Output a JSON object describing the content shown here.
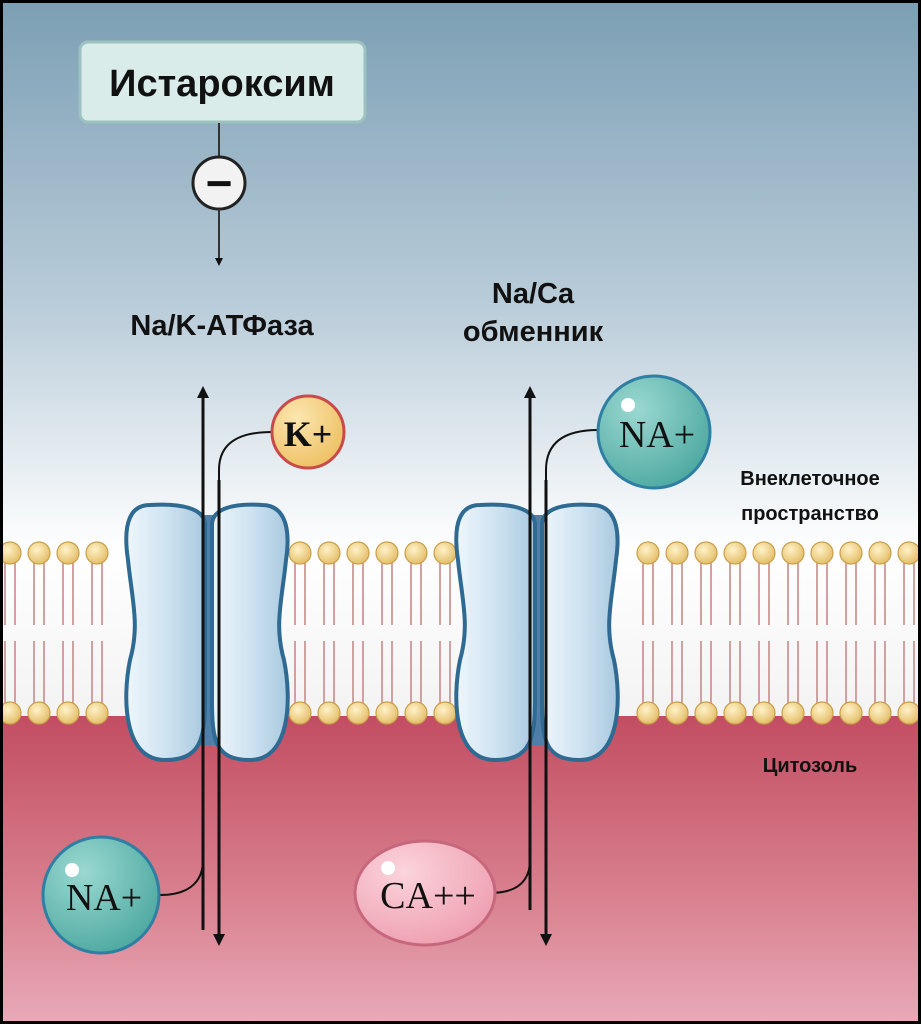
{
  "drug": {
    "label": "Истароксим"
  },
  "inhibition": {
    "symbol": "−"
  },
  "pump": {
    "label": "Na/K-АТФаза"
  },
  "exchanger": {
    "line1": "Na/Ca",
    "line2": "обменник"
  },
  "ions": {
    "k": "K+",
    "na_out": "NA+",
    "na_in": "NA+",
    "ca": "CA++"
  },
  "regions": {
    "extracellular_line1": "Внеклеточное",
    "extracellular_line2": "пространство",
    "cytosol": "Цитозоль"
  },
  "colors": {
    "sky_top": "#7c9fb4",
    "sky_bottom": "#ffffff",
    "cytosol_top": "#c24d62",
    "cytosol_bottom": "#e8a9b8",
    "protein": "#d5e8f5",
    "protein_edge": "#2e6a92",
    "teal_ion": "#58b8b0",
    "yellow_ion": "#f3cf7a",
    "pink_ion": "#f1b2be",
    "lipid_head": "#f1d48a"
  }
}
